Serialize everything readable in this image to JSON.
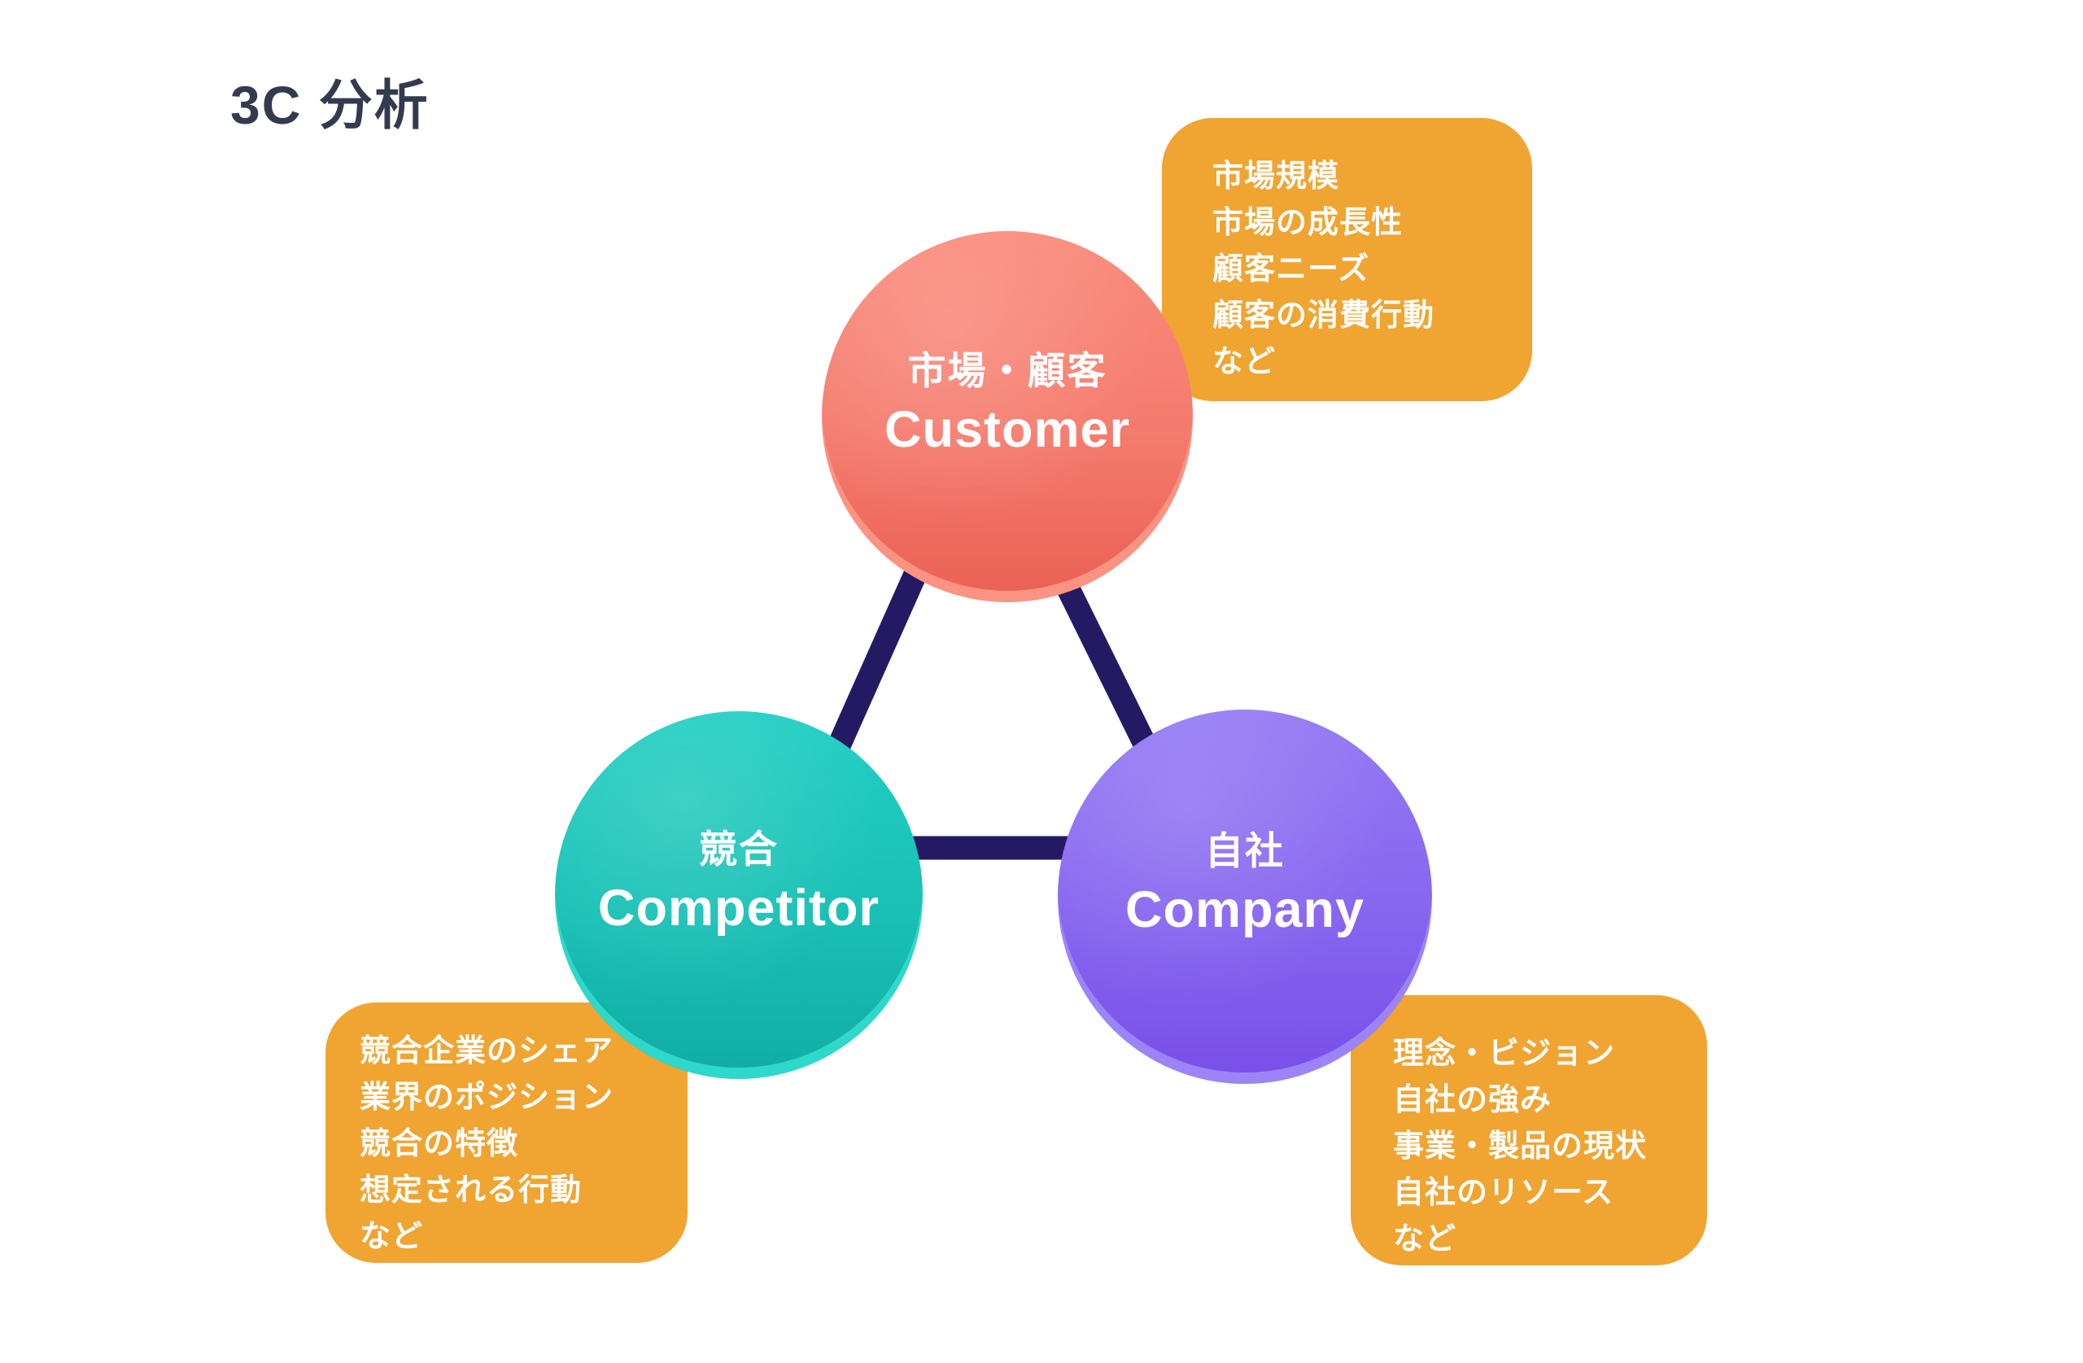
{
  "title": "3C 分析",
  "circles": {
    "customer": {
      "ja": "市場・顧客",
      "en": "Customer"
    },
    "competitor": {
      "ja": "競合",
      "en": "Competitor"
    },
    "company": {
      "ja": "自社",
      "en": "Company"
    }
  },
  "notes": {
    "customer": {
      "lines": [
        "市場規模",
        "市場の成長性",
        "顧客ニーズ",
        "顧客の消費行動",
        "など"
      ]
    },
    "competitor": {
      "lines": [
        "競合企業のシェア",
        "業界のポジション",
        "競合の特徴",
        "想定される行動",
        "など"
      ]
    },
    "company": {
      "lines": [
        "理念・ビジョン",
        "自社の強み",
        "事業・製品の現状",
        "自社のリソース",
        "など"
      ]
    }
  },
  "colors": {
    "customer_circle": "#f47b6d",
    "competitor_circle": "#19c0b5",
    "company_circle": "#8765ef",
    "note_background": "#f0a431",
    "connector_line": "#241a64",
    "title_text": "#343b4f",
    "label_text": "#ffffff"
  }
}
